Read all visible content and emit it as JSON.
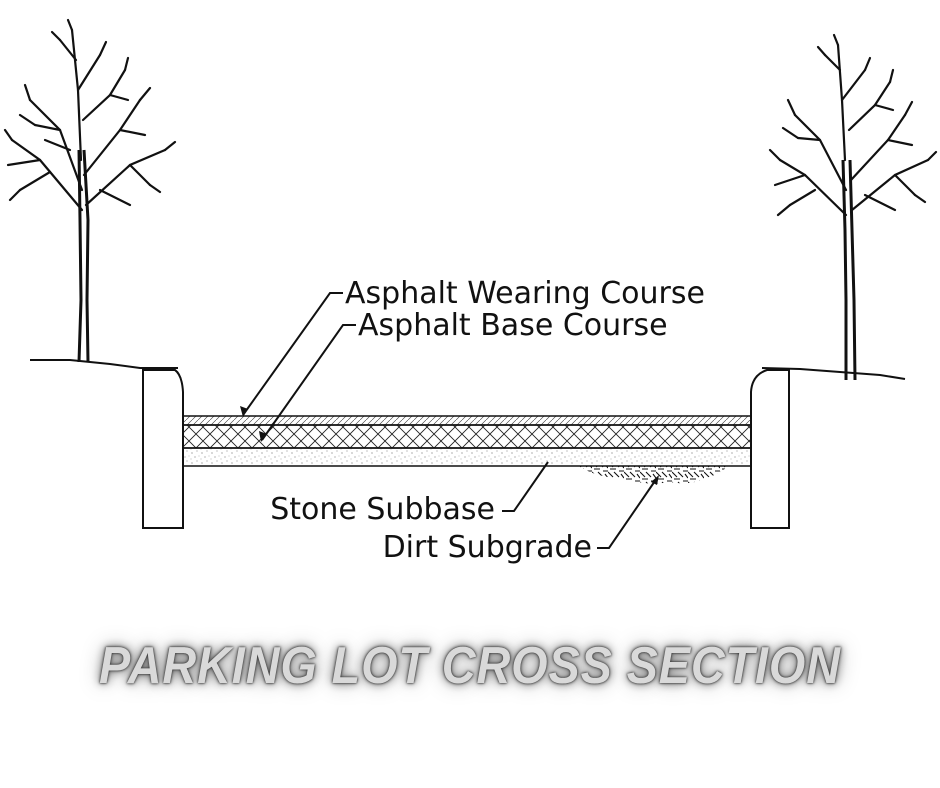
{
  "title": "PARKING LOT CROSS SECTION",
  "labels": {
    "wearing_course": "Asphalt Wearing Course",
    "base_course": "Asphalt Base Course",
    "subbase": "Stone Subbase",
    "subgrade": "Dirt Subgrade"
  },
  "colors": {
    "line": "#111111",
    "title_fill": "#d9d9d9",
    "title_glow": "#333333"
  },
  "icons": [
    "tree-left-icon",
    "tree-right-icon"
  ]
}
